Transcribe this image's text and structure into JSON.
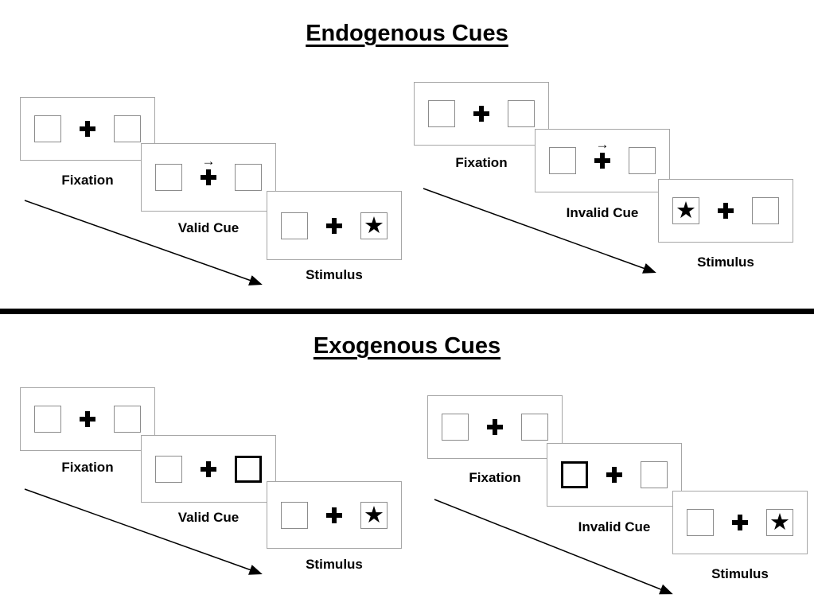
{
  "sections": [
    {
      "title": "Endogenous Cues",
      "sequences": [
        {
          "name": "valid-trial",
          "panels": [
            {
              "label": "Fixation",
              "left_glyph": "",
              "left_style": "plain",
              "arrow": "",
              "right_glyph": "",
              "right_style": "plain"
            },
            {
              "label": "Valid Cue",
              "left_glyph": "",
              "left_style": "plain",
              "arrow": "→",
              "right_glyph": "",
              "right_style": "plain"
            },
            {
              "label": "Stimulus",
              "left_glyph": "",
              "left_style": "plain",
              "arrow": "",
              "right_glyph": "★",
              "right_style": "plain"
            }
          ]
        },
        {
          "name": "invalid-trial",
          "panels": [
            {
              "label": "Fixation",
              "left_glyph": "",
              "left_style": "plain",
              "arrow": "",
              "right_glyph": "",
              "right_style": "plain"
            },
            {
              "label": "Invalid Cue",
              "left_glyph": "",
              "left_style": "plain",
              "arrow": "→",
              "right_glyph": "",
              "right_style": "plain"
            },
            {
              "label": "Stimulus",
              "left_glyph": "★",
              "left_style": "plain",
              "arrow": "",
              "right_glyph": "",
              "right_style": "plain"
            }
          ]
        }
      ]
    },
    {
      "title": "Exogenous Cues",
      "sequences": [
        {
          "name": "valid-trial",
          "panels": [
            {
              "label": "Fixation",
              "left_glyph": "",
              "left_style": "plain",
              "arrow": "",
              "right_glyph": "",
              "right_style": "plain"
            },
            {
              "label": "Valid Cue",
              "left_glyph": "",
              "left_style": "plain",
              "arrow": "",
              "right_glyph": "",
              "right_style": "bold"
            },
            {
              "label": "Stimulus",
              "left_glyph": "",
              "left_style": "plain",
              "arrow": "",
              "right_glyph": "★",
              "right_style": "plain"
            }
          ]
        },
        {
          "name": "invalid-trial",
          "panels": [
            {
              "label": "Fixation",
              "left_glyph": "",
              "left_style": "plain",
              "arrow": "",
              "right_glyph": "",
              "right_style": "plain"
            },
            {
              "label": "Invalid Cue",
              "left_glyph": "",
              "left_style": "bold",
              "arrow": "",
              "right_glyph": "",
              "right_style": "plain"
            },
            {
              "label": "Stimulus",
              "left_glyph": "",
              "left_style": "plain",
              "arrow": "",
              "right_glyph": "★",
              "right_style": "plain"
            }
          ]
        }
      ]
    }
  ],
  "icons": {
    "star": "★",
    "cue_arrow": "→"
  },
  "colors": {
    "background": "#ffffff",
    "ink": "#000000",
    "panel_border": "#a6a6a6",
    "box_border": "#8c8c8c"
  }
}
